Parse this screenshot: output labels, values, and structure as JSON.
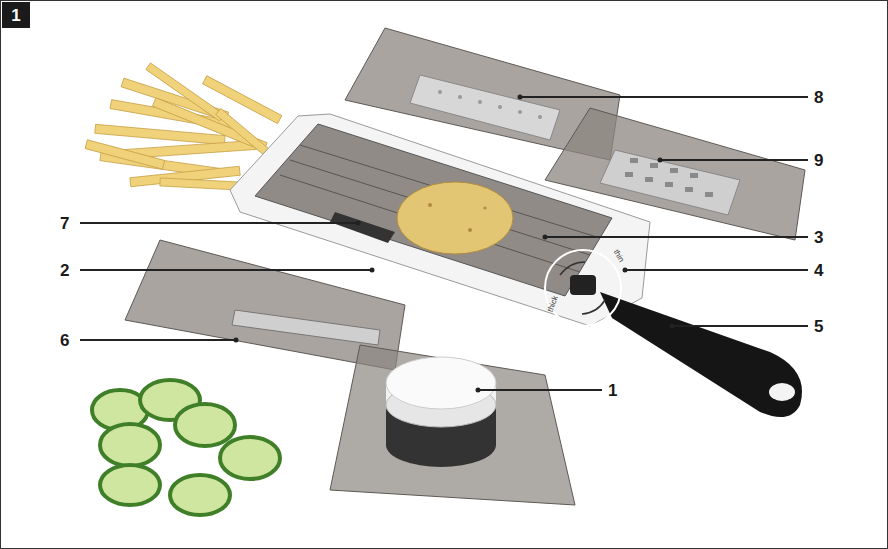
{
  "diagram": {
    "nodes": [
      {
        "text": [
          "1"
        ]
      }
    ],
    "labels": [
      "8",
      "9",
      "7",
      "3",
      "2",
      "4",
      "6",
      "5",
      "1",
      "thick",
      "thin"
    ]
  }
}
